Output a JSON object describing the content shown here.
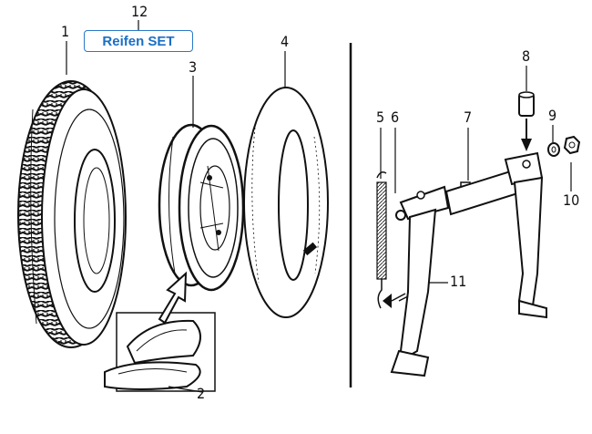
{
  "callouts": {
    "c1": "1",
    "c2": "2",
    "c3": "3",
    "c4": "4",
    "c5": "5",
    "c6": "6",
    "c7": "7",
    "c8": "8",
    "c9": "9",
    "c10": "10",
    "c11": "11",
    "c12": "12"
  },
  "set_button": {
    "label": "Reifen SET",
    "color": "#1a6fc4"
  }
}
